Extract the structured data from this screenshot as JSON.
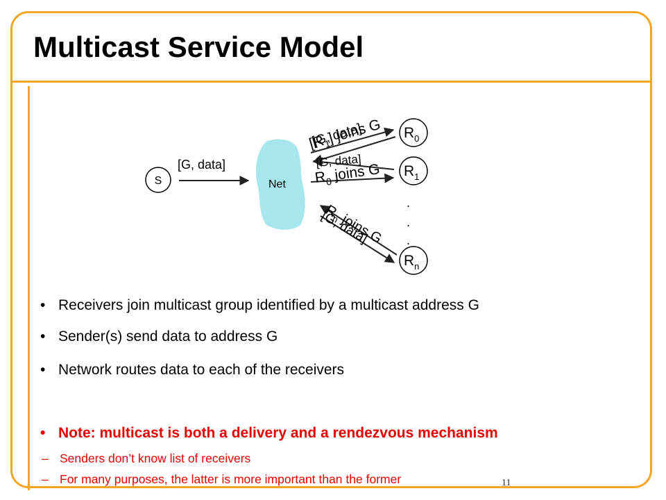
{
  "title": "Multicast Service Model",
  "diagram": {
    "sender_label": "S",
    "net_label": "Net",
    "sender_msg": "[G, data]",
    "receivers": [
      {
        "base": "R",
        "sub": "0"
      },
      {
        "base": "R",
        "sub": "1"
      },
      {
        "base": "R",
        "sub": "n"
      }
    ],
    "join_labels": [
      {
        "base": "[R",
        "sub": "1",
        "rest": "] joins G"
      },
      {
        "base": "R",
        "sub": "0",
        "rest": " joins G"
      },
      {
        "base": "R",
        "sub": "n",
        "rest": " joins G"
      }
    ],
    "data_labels": [
      "[G, data]",
      "[G, data]",
      "[G, data]"
    ],
    "ellipsis": ".",
    "colors": {
      "net_fill": "#a8e6ee",
      "arrow": "#222222"
    }
  },
  "bullets": {
    "items": [
      "Receivers join multicast group identified by a multicast address G",
      "Sender(s) send data to address G",
      "Network routes data to each of the receivers"
    ],
    "note": "Note: multicast is both a delivery and a rendezvous mechanism",
    "sub_items": [
      "Senders don’t know list of receivers",
      "For many purposes, the latter is more important than the former"
    ],
    "bullet_char": "•",
    "dash_char": "–"
  },
  "page_number": "11",
  "colors": {
    "accent": "#f5a623",
    "note": "#e60000"
  }
}
